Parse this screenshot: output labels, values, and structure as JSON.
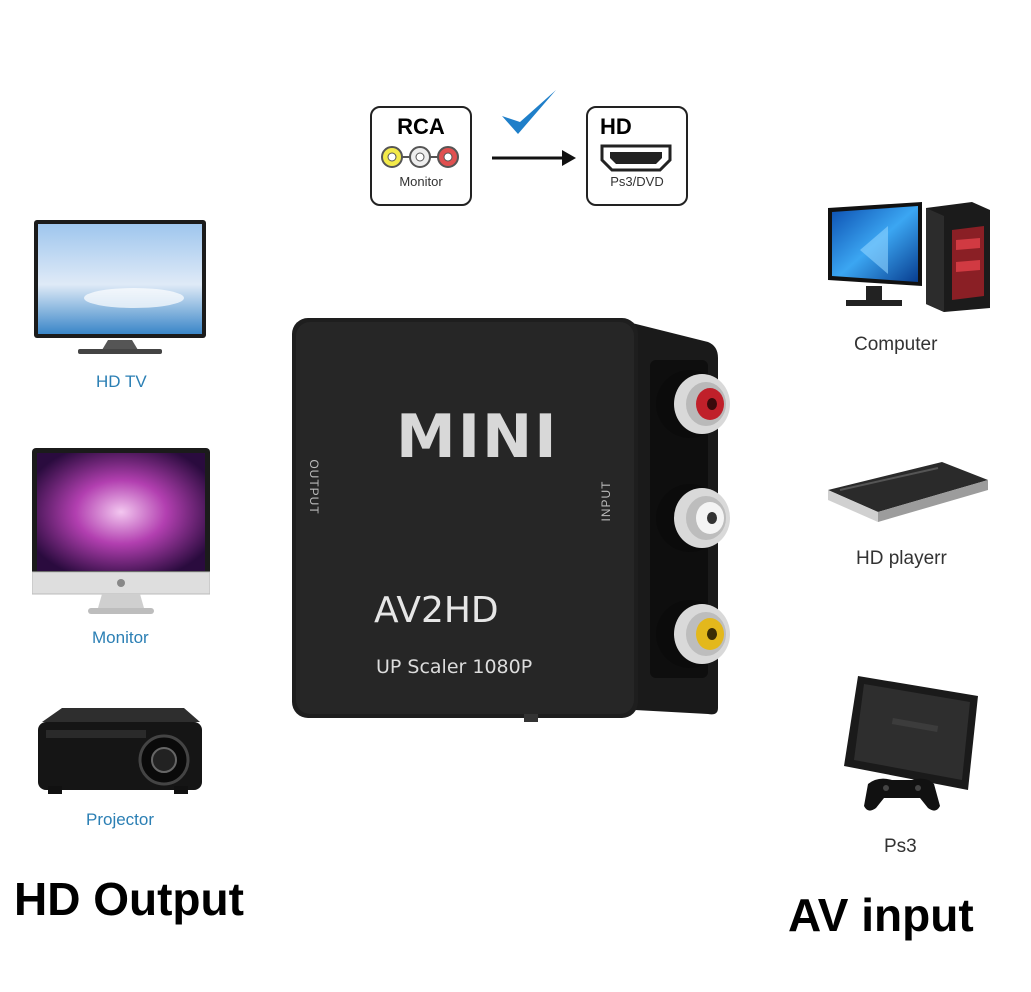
{
  "badges": {
    "rca_title": "RCA",
    "rca_sub": "Monitor",
    "hd_title": "HD",
    "hd_sub": "Ps3/DVD"
  },
  "device": {
    "brand": "MINI",
    "model": "AV2HD",
    "tagline": "UP Scaler 1080P",
    "output_side": "OUTPUT",
    "input_side": "INPUT"
  },
  "outputs": {
    "tv": "HD TV",
    "monitor": "Monitor",
    "projector": "Projector",
    "heading": "HD Output"
  },
  "inputs": {
    "computer": "Computer",
    "player": "HD playerr",
    "ps3": "Ps3",
    "heading": "AV input"
  },
  "colors": {
    "accent_blue": "#1f7fc9",
    "red_jack": "#c0202a",
    "yellow_jack": "#e3b81c",
    "label_blue": "#2b7fb4"
  }
}
